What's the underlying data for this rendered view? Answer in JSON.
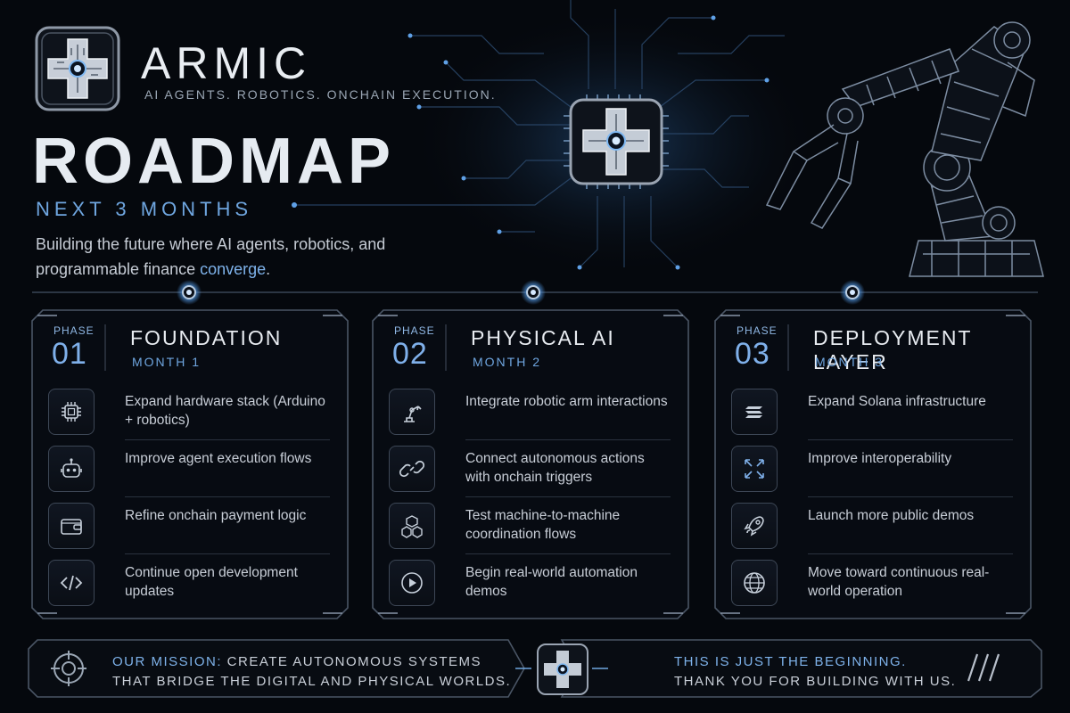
{
  "header": {
    "brand": "ARMIC",
    "tagline": "AI AGENTS. ROBOTICS. ONCHAIN EXECUTION.",
    "title": "ROADMAP",
    "subtitle": "NEXT 3 MONTHS",
    "intro_main": "Building the future where AI agents, robotics, and programmable finance ",
    "intro_highlight": "converge",
    "intro_end": "."
  },
  "phases": [
    {
      "label": "PHASE",
      "number": "01",
      "title": "FOUNDATION",
      "month": "MONTH 1",
      "items": [
        {
          "icon": "chip-icon",
          "text": "Expand hardware stack (Arduino + robotics)"
        },
        {
          "icon": "robot-icon",
          "text": "Improve agent execution flows"
        },
        {
          "icon": "wallet-icon",
          "text": "Refine onchain payment logic"
        },
        {
          "icon": "code-icon",
          "text": "Continue open development updates"
        }
      ]
    },
    {
      "label": "PHASE",
      "number": "02",
      "title": "PHYSICAL AI",
      "month": "MONTH 2",
      "items": [
        {
          "icon": "robotic-arm-icon",
          "text": "Integrate robotic arm interactions"
        },
        {
          "icon": "link-icon",
          "text": "Connect autonomous actions with onchain triggers"
        },
        {
          "icon": "cubes-icon",
          "text": "Test machine-to-machine coordination flows"
        },
        {
          "icon": "play-icon",
          "text": "Begin real-world automation demos"
        }
      ]
    },
    {
      "label": "PHASE",
      "number": "03",
      "title": "DEPLOYMENT LAYER",
      "month": "MONTH 3",
      "items": [
        {
          "icon": "solana-icon",
          "text": "Expand Solana infrastructure"
        },
        {
          "icon": "expand-icon",
          "text": "Improve interoperability"
        },
        {
          "icon": "rocket-icon",
          "text": "Launch more public demos"
        },
        {
          "icon": "globe-icon",
          "text": "Move toward continuous real-world operation"
        }
      ]
    }
  ],
  "footer": {
    "mission_highlight": "OUR MISSION:",
    "mission_text": " CREATE AUTONOMOUS SYSTEMS THAT BRIDGE THE DIGITAL AND PHYSICAL WORLDS.",
    "closing_highlight": "THIS IS JUST THE BEGINNING.",
    "closing_text": "THANK YOU FOR BUILDING WITH US."
  },
  "colors": {
    "accent": "#6fa6e0",
    "background": "#05080d",
    "frame": "#4a5565"
  }
}
